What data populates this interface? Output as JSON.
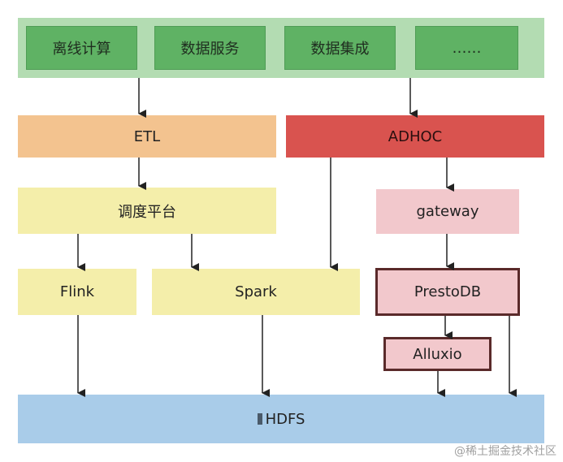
{
  "top_layer": {
    "items": [
      "离线计算",
      "数据服务",
      "数据集成",
      "……"
    ]
  },
  "etl": {
    "label": "ETL"
  },
  "adhoc": {
    "label": "ADHOC"
  },
  "scheduler": {
    "label": "调度平台"
  },
  "gateway": {
    "label": "gateway"
  },
  "flink": {
    "label": "Flink"
  },
  "spark": {
    "label": "Spark"
  },
  "presto": {
    "label": "PrestoDB"
  },
  "alluxio": {
    "label": "Alluxio"
  },
  "hdfs": {
    "label": "HDFS"
  },
  "watermark": {
    "text": "@稀土掘金技术社区"
  },
  "colors": {
    "top_bar": "#b3dcb2",
    "top_item": "#5fb264",
    "etl": "#f3c38f",
    "adhoc": "#d9534f",
    "yellow": "#f4eeaa",
    "pink": "#f2c8cc",
    "hdfs": "#a9cce9"
  }
}
